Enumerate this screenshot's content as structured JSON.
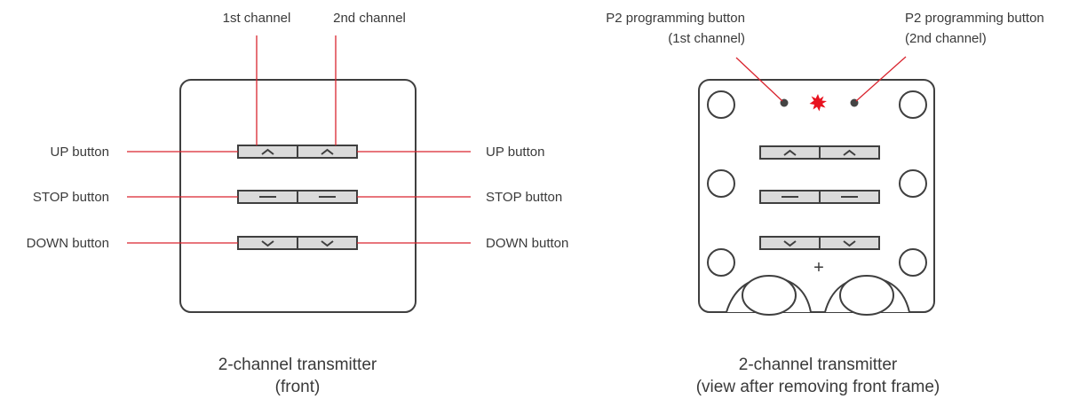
{
  "colors": {
    "outline": "#3f3f3f",
    "leader": "#d9252f",
    "button_fill": "#dadada",
    "led": "#e8121f",
    "dot": "#444444"
  },
  "front": {
    "label_ch1": "1st channel",
    "label_ch2": "2nd channel",
    "left": {
      "up": "UP button",
      "stop": "STOP button",
      "down": "DOWN button"
    },
    "right": {
      "up": "UP button",
      "stop": "STOP button",
      "down": "DOWN button"
    },
    "caption_line1": "2-channel transmitter",
    "caption_line2": "(front)"
  },
  "back": {
    "p2_ch1_line1": "P2 programming button",
    "p2_ch1_line2": "(1st channel)",
    "p2_ch2_line1": "P2 programming button",
    "p2_ch2_line2": "(2nd channel)",
    "plus_sign": "+",
    "caption_line1": "2-channel transmitter",
    "caption_line2": "(view after removing front frame)"
  },
  "icons": {
    "up": "chevron-up-icon",
    "stop": "dash-icon",
    "down": "chevron-down-icon",
    "led": "led-star-icon",
    "battery": "battery-contact-icon"
  }
}
